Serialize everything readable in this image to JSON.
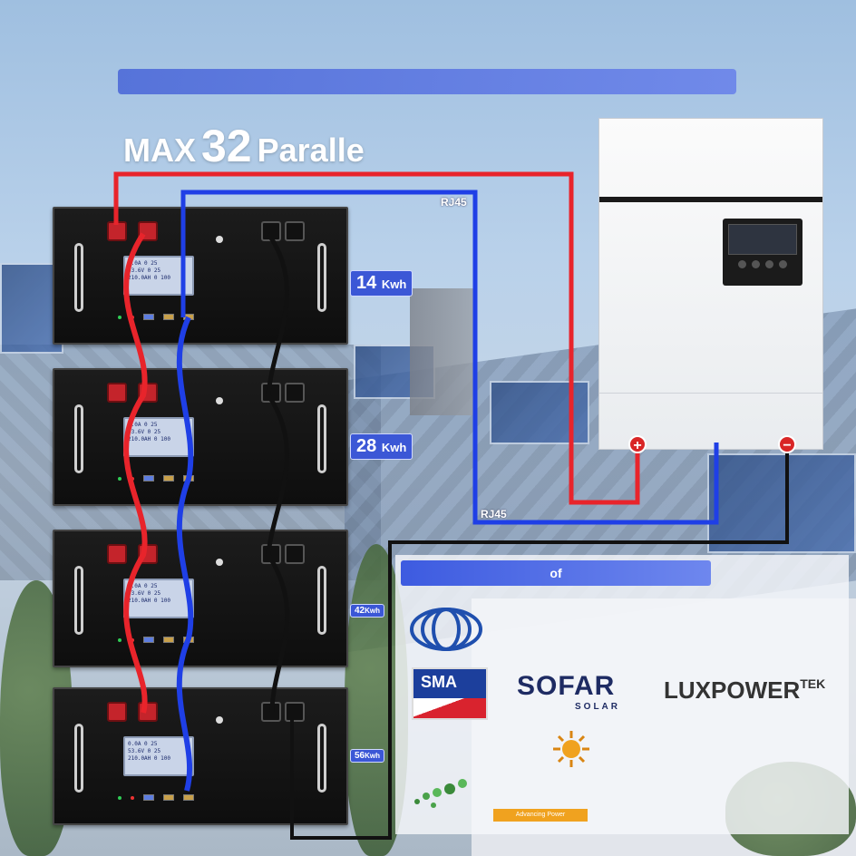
{
  "title": {
    "prefix": "MAX",
    "number": "32",
    "suffix": "Paralle"
  },
  "batteries": [
    {
      "capacity_value": "14",
      "capacity_unit": "Kwh",
      "screen_lines": [
        "0.0A  0  25",
        "53.6V  0  25",
        "210.0AH 0 100"
      ]
    },
    {
      "capacity_value": "28",
      "capacity_unit": "Kwh",
      "screen_lines": [
        "0.0A  0  25",
        "53.6V  0  25",
        "210.0AH 0 100"
      ]
    },
    {
      "capacity_value": "42",
      "capacity_unit": "Kwh",
      "screen_lines": [
        "0.0A  0  25",
        "53.6V  0  25",
        "210.0AH 0 100"
      ]
    },
    {
      "capacity_value": "56",
      "capacity_unit": "Kwh",
      "screen_lines": [
        "0.0A  0  25",
        "53.6V  0  25",
        "210.0AH 0 100"
      ]
    }
  ],
  "labels": {
    "rj45_top": "RJ45",
    "rj45_bottom": "RJ45",
    "positive": "+",
    "negative": "−"
  },
  "brands": {
    "banner_word": "of",
    "sma": "SMA",
    "sofar": "SOFAR",
    "sofar_sub": "SOLAR",
    "luxpower": "LUXPOWER",
    "luxpower_tek": "TEK",
    "advancing": "Advancing Power"
  },
  "colors": {
    "positive_cable": "#e8242b",
    "negative_cable": "#111111",
    "comm_cable": "#1f3fe6"
  }
}
